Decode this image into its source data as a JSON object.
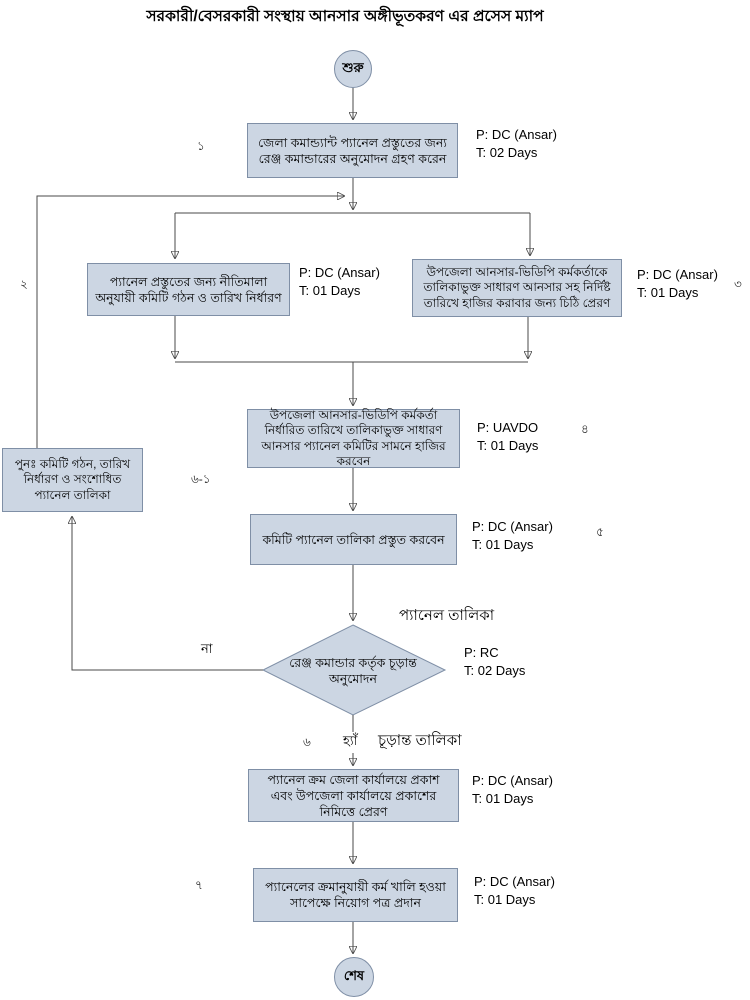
{
  "title": "সরকারী/বেসরকারী সংস্থায় আনসার অঙ্গীভূতকরণ এর প্রসেস ম্যাপ",
  "terminals": {
    "start": "শুরু",
    "end": "শেষ"
  },
  "nodes": {
    "step1": {
      "number": "১",
      "text": "জেলা কমান্ড্যান্ট প্যানেল প্রস্তুতের জন্য রেঞ্জ কমান্ডারের অনুমোদন গ্রহণ করেন",
      "p": "P: DC (Ansar)",
      "t": "T: 02 Days"
    },
    "step2": {
      "number": "২",
      "text": "প্যানেল প্রস্তুতের জন্য নীতিমালা অনুযায়ী কমিটি গঠন ও তারিখ নির্ধারণ",
      "p": "P: DC (Ansar)",
      "t": "T: 01 Days"
    },
    "step3": {
      "number": "৩",
      "text": "উপজেলা আনসার-ভিডিপি কর্মকর্তাকে তালিকাভুক্ত সাধারণ আনসার সহ নির্দিষ্ট তারিখে হাজির করাবার জন্য চিঠি প্রেরণ",
      "p": "P: DC (Ansar)",
      "t": "T: 01 Days"
    },
    "step4": {
      "number": "৪",
      "text": "উপজেলা আনসার-ভিডিপি কর্মকর্তা নির্ধারিত তারিখে তালিকাভুক্ত সাধারণ আনসার প্যানেল কমিটির সামনে হাজির করবেন",
      "p": "P: UAVDO",
      "t": "T: 01 Days"
    },
    "step5": {
      "number": "৫",
      "text": "কমিটি প্যানেল তালিকা প্রস্তুত করবেন",
      "p": "P: DC (Ansar)",
      "t": "T: 01 Days"
    },
    "rework": {
      "number": "৬-১",
      "text": "পুনঃ  কমিটি গঠন, তারিখ নির্ধারণ ও সংশোধিত প্যানেল তালিকা"
    },
    "decision": {
      "number": "৬",
      "text": "রেঞ্জ কমান্ডার কর্তৃক চূড়ান্ত অনুমোদন",
      "p": "P: RC",
      "t": "T: 02 Days"
    },
    "step6": {
      "text": "প্যানেল ক্রম জেলা কার্যালয়ে প্রকাশ এবং উপজেলা কার্যালয়ে প্রকাশের নিমিত্তে প্রেরণ",
      "p": "P: DC (Ansar)",
      "t": "T: 01 Days"
    },
    "step7": {
      "number": "৭",
      "text": "প্যানেলের ক্রমানুযায়ী কর্ম খালি হওয়া সাপেক্ষে নিয়োগ পত্র প্রদান",
      "p": "P: DC (Ansar)",
      "t": "T: 01 Days"
    }
  },
  "labels": {
    "no": "না",
    "yes": "হ্যাঁ",
    "panel_list": "প্যানেল তালিকা",
    "final_list": "চূড়ান্ত তালিকা"
  },
  "colors": {
    "node_fill": "#ccd6e3",
    "node_border": "#7f8fa6",
    "connector": "#4a4a4a",
    "text": "#000000"
  }
}
